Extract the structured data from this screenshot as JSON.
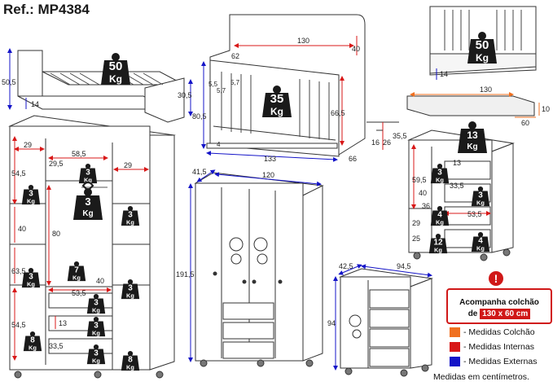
{
  "header": {
    "ref": "Ref.: MP4384"
  },
  "colors": {
    "colchao": "#f07020",
    "internas": "#d81818",
    "externas": "#1414c8",
    "line": "#333333",
    "kg_badge": "#1a1a1a"
  },
  "bed": {
    "height": "50,5",
    "rail": "14",
    "side": "30,5",
    "weight": "50",
    "unit": "Kg"
  },
  "crib": {
    "top_width": "130",
    "top_height": "40",
    "depth_top": "62",
    "weight": "35",
    "unit": "Kg",
    "a": "5,5",
    "b": "5,7",
    "c": "5,7",
    "height": "80,5",
    "inner_h": "66,5",
    "bottom": "4",
    "width": "133",
    "depth": "66",
    "d1": "35,5",
    "d2": "26",
    "d3": "16"
  },
  "sofa_bed": {
    "weight": "50",
    "unit": "Kg",
    "rail": "14"
  },
  "mattress": {
    "width": "130",
    "thickness": "10",
    "depth": "60"
  },
  "wardrobe_inner": {
    "w1": "29",
    "w2": "58,5",
    "w3": "29",
    "w4": "29,5",
    "h1": "54,5",
    "h2": "40",
    "h3": "63,5",
    "h4": "80",
    "h5": "54,5",
    "w5": "53,5",
    "w6": "40",
    "h6": "13",
    "h7": "33,5",
    "kg": [
      "3",
      "3",
      "3",
      "3",
      "7",
      "3",
      "3",
      "8",
      "3",
      "3",
      "8"
    ],
    "hanger_kg": "3",
    "unit": "Kg"
  },
  "wardrobe_ext": {
    "depth": "41,5",
    "width": "120",
    "height": "191,5"
  },
  "dresser_inner": {
    "weight": "13",
    "unit": "Kg",
    "h1": "59,5",
    "w1": "13",
    "h2": "40",
    "w2": "33,5",
    "h3": "36",
    "w3": "53,5",
    "h4": "29",
    "h5": "25",
    "kg": [
      "3",
      "3",
      "4",
      "12",
      "4"
    ]
  },
  "dresser_ext": {
    "depth": "42,5",
    "width": "94,5",
    "height": "94"
  },
  "legend": {
    "title_line1": "Acompanha colchão",
    "title_line2_pre": "de",
    "size": "130 x 60 cm",
    "alert": "!",
    "items": [
      {
        "label": "- Medidas Colchão",
        "color": "#f07020"
      },
      {
        "label": "- Medidas Internas",
        "color": "#d81818"
      },
      {
        "label": "- Medidas Externas",
        "color": "#1414c8"
      }
    ],
    "units": "Medidas em centímetros."
  }
}
